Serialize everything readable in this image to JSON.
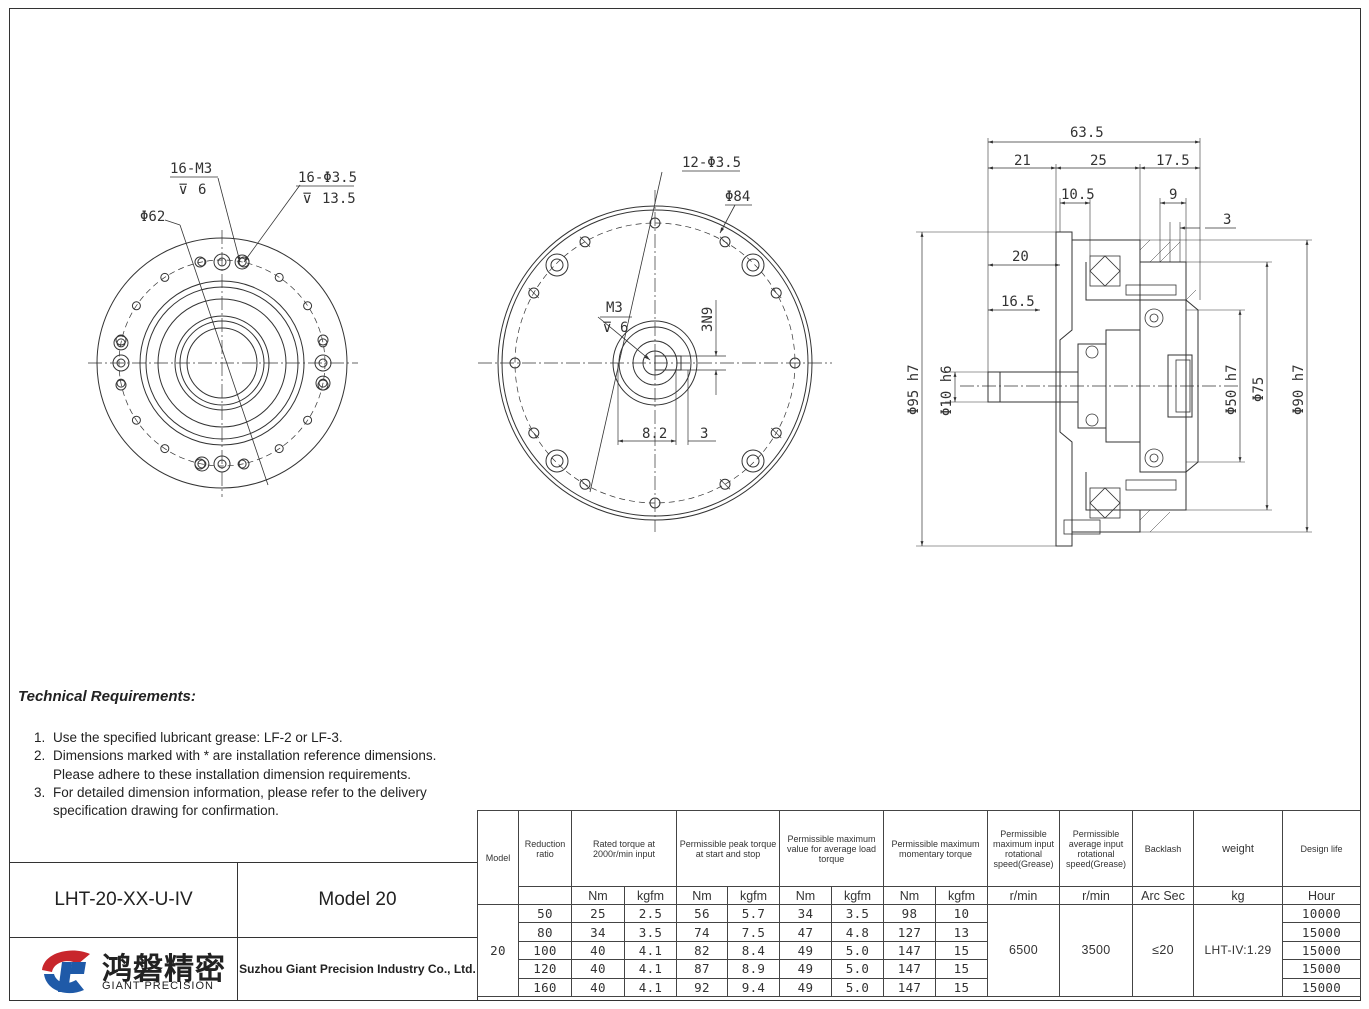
{
  "views": {
    "flange": {
      "callout_holes_m3": "16-M3",
      "callout_holes_m3_depth": "6",
      "callout_holes_d35": "16-Φ3.5",
      "callout_holes_d35_depth": "13.5",
      "dia_62": "Φ62"
    },
    "front": {
      "holes": "12-Φ3.5",
      "dia_84": "Φ84",
      "tap": "M3",
      "tap_depth": "6",
      "key": "3N9",
      "dim_82": "8.2",
      "dim_3": "3"
    },
    "section": {
      "dim_635": "63.5",
      "dim_21": "21",
      "dim_25": "25",
      "dim_175": "17.5",
      "dim_105": "10.5",
      "dim_9": "9",
      "dim_3": "3",
      "dim_20": "20",
      "dim_165": "16.5",
      "dia_95": "Φ95 h7",
      "dia_10": "Φ10 h6",
      "dia_50": "Φ50 h7",
      "dia_75": "Φ75",
      "dia_90": "Φ90 h7"
    }
  },
  "tech": {
    "title": "Technical Requirements:",
    "items": [
      {
        "num": "1.",
        "text": "Use the specified lubricant grease: LF-2 or LF-3."
      },
      {
        "num": "2.",
        "text": "Dimensions marked with * are installation reference dimensions. Please adhere to these installation dimension requirements."
      },
      {
        "num": "3.",
        "text": "For detailed dimension information, please refer to the delivery specification drawing for confirmation."
      }
    ]
  },
  "titleblock": {
    "part_number": "LHT-20-XX-U-IV",
    "model_name": "Model 20",
    "company": "Suzhou Giant Precision Industry Co., Ltd.",
    "logo_cn": "鸿磐精密",
    "logo_en": "GIANT PRECISION"
  },
  "spec": {
    "headers": {
      "model": "Model",
      "ratio": "Reduction ratio",
      "rated": "Rated torque at 2000r/min input",
      "peak": "Permissible peak torque at start and stop",
      "avg": "Permissible maximum value for average load torque",
      "moment": "Permissible maximum momentary torque",
      "max_speed": "Permissible maximum input rotational speed(Grease)",
      "avg_speed": "Permissible average input rotational speed(Grease)",
      "backlash": "Backlash",
      "weight": "weight",
      "life": "Design life"
    },
    "units": [
      "Nm",
      "kgfm",
      "Nm",
      "kgfm",
      "Nm",
      "kgfm",
      "Nm",
      "kgfm",
      "r/min",
      "r/min",
      "Arc Sec",
      "kg",
      "Hour"
    ],
    "model": "20",
    "max_speed": "6500",
    "avg_speed": "3500",
    "backlash": "≤20",
    "weight": "LHT-IV:1.29",
    "rows": [
      {
        "ratio": "50",
        "v": [
          "25",
          "2.5",
          "56",
          "5.7",
          "34",
          "3.5",
          "98",
          "10"
        ],
        "life": "10000"
      },
      {
        "ratio": "80",
        "v": [
          "34",
          "3.5",
          "74",
          "7.5",
          "47",
          "4.8",
          "127",
          "13"
        ],
        "life": "15000"
      },
      {
        "ratio": "100",
        "v": [
          "40",
          "4.1",
          "82",
          "8.4",
          "49",
          "5.0",
          "147",
          "15"
        ],
        "life": "15000"
      },
      {
        "ratio": "120",
        "v": [
          "40",
          "4.1",
          "87",
          "8.9",
          "49",
          "5.0",
          "147",
          "15"
        ],
        "life": "15000"
      },
      {
        "ratio": "160",
        "v": [
          "40",
          "4.1",
          "92",
          "9.4",
          "49",
          "5.0",
          "147",
          "15"
        ],
        "life": "15000"
      }
    ]
  }
}
